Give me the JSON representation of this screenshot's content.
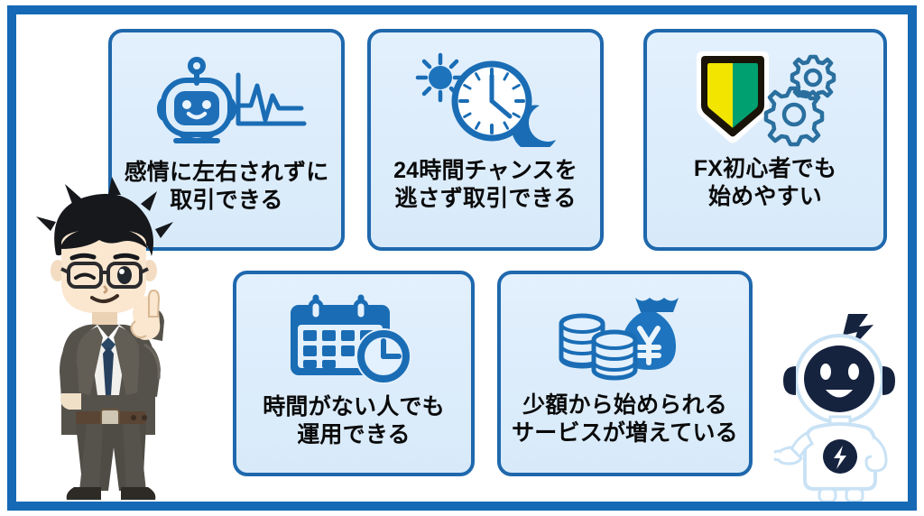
{
  "frame": {
    "border_color": "#1569b5",
    "background": "#ffffff"
  },
  "theme": {
    "card_border": "#1f68ad",
    "card_fill": "#dfeefc",
    "icon_blue": "#1a6db5",
    "icon_blue_dark": "#15578f",
    "text_color": "#0a0a0a",
    "shoshinsha_yellow": "#f2e500",
    "shoshinsha_green": "#00a070",
    "shoshinsha_outline": "#1a1408"
  },
  "cards": [
    {
      "id": "card-1",
      "icon": "robot-heartbeat-icon",
      "icon_alt": "robot head with heartbeat line",
      "label": "感情に左右されずに\n取引できる",
      "line1": "感情に左右されずに",
      "line2": "取引できる"
    },
    {
      "id": "card-2",
      "icon": "sun-clock-moon-icon",
      "icon_alt": "sun, clock and crescent moon",
      "label": "24時間チャンスを\n逃さず取引できる",
      "line1": "24時間チャンスを",
      "line2": "逃さず取引できる"
    },
    {
      "id": "card-3",
      "icon": "shoshinsha-gears-icon",
      "icon_alt": "Japanese beginner driver mark with gears",
      "label": "FX初心者でも\n始めやすい",
      "line1": "FX初心者でも",
      "line2": "始めやすい"
    },
    {
      "id": "card-4",
      "icon": "calendar-clock-icon",
      "icon_alt": "calendar with clock",
      "label": "時間がない人でも\n運用できる",
      "line1": "時間がない人でも",
      "line2": "運用できる"
    },
    {
      "id": "card-5",
      "icon": "coins-moneybag-yen-icon",
      "icon_alt": "coin stacks and money bag with yen symbol",
      "label": "少額から始められる\nサービスが増えている",
      "line1": "少額から始められる",
      "line2": "サービスが増えている"
    }
  ],
  "characters": {
    "businessman": {
      "name": "businessman-character",
      "description": "chibi businessman in grey suit, glasses, winking, pointing up"
    },
    "robot": {
      "name": "robot-mascot-character",
      "description": "white and navy robot mascot with lightning bolt antenna pointing"
    }
  }
}
